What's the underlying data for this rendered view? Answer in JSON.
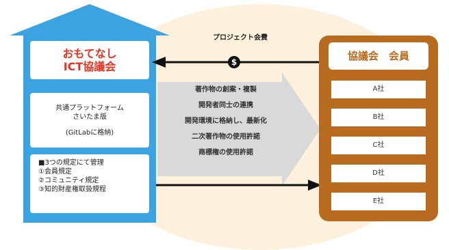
{
  "org": {
    "name_line1": "おもてなし",
    "name_line2": "ICT協議会"
  },
  "platform": {
    "line1": "共通プラットフォーム",
    "line2": "さいたま版",
    "line3": "(GitLabに格納)"
  },
  "rules": {
    "heading": "■3つの規定にて管理",
    "items": [
      "①会員規定",
      "②コミュニティ規定",
      "③知的財産権取扱規程"
    ]
  },
  "fee": {
    "label": "プロジェクト会費",
    "symbol": "$"
  },
  "center": {
    "items": [
      "著作物の創案・複製",
      "開発者同士の連携",
      "開発環境に格納し、最新化",
      "二次著作物の使用許諾",
      "商標権の使用許諾"
    ]
  },
  "members": {
    "title": "協議会　会員",
    "items": [
      "A社",
      "B社",
      "C社",
      "D社",
      "E社"
    ]
  },
  "colors": {
    "house_blue": "#3aa3e0",
    "member_brown": "#b86a1e",
    "org_red": "#e8321f",
    "arrow_gray": "#d9d9d9"
  }
}
